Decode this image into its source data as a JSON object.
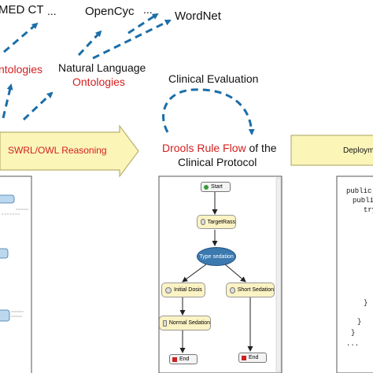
{
  "labels": {
    "snomed": "MED CT",
    "snomed_ellipsis": "...",
    "opencyc": "OpenCyc",
    "opencyc_ellipsis": "...",
    "wordnet": "WordNet",
    "ontologies": "ntologies",
    "natlang_line1": "Natural Language",
    "natlang_line2": "Ontologies",
    "clinical_eval": "Clinical Evaluation",
    "reasoning": "SWRL/OWL Reasoning",
    "drools_red": "Drools Rule Flow",
    "drools_black": " of the",
    "drools_line2": "Clinical Protocol",
    "deploy": "Deploym"
  },
  "flow": {
    "start": "Start",
    "target": "TargetRass",
    "type": "Type sedation",
    "initial": "Initial Dosis",
    "short": "Short Sedation",
    "normal": "Normal Sedation",
    "end1": "End",
    "end2": "End"
  },
  "code_lines": [
    "public c",
    "publi",
    "try",
    "}",
    "}",
    "}",
    "..."
  ],
  "colors": {
    "arrow": "#1b6ea8",
    "red_text": "#d21f1f",
    "band": "#fbf5b8",
    "node_fill": "#fbf3c4",
    "decision_fill": "#3b79b0"
  }
}
